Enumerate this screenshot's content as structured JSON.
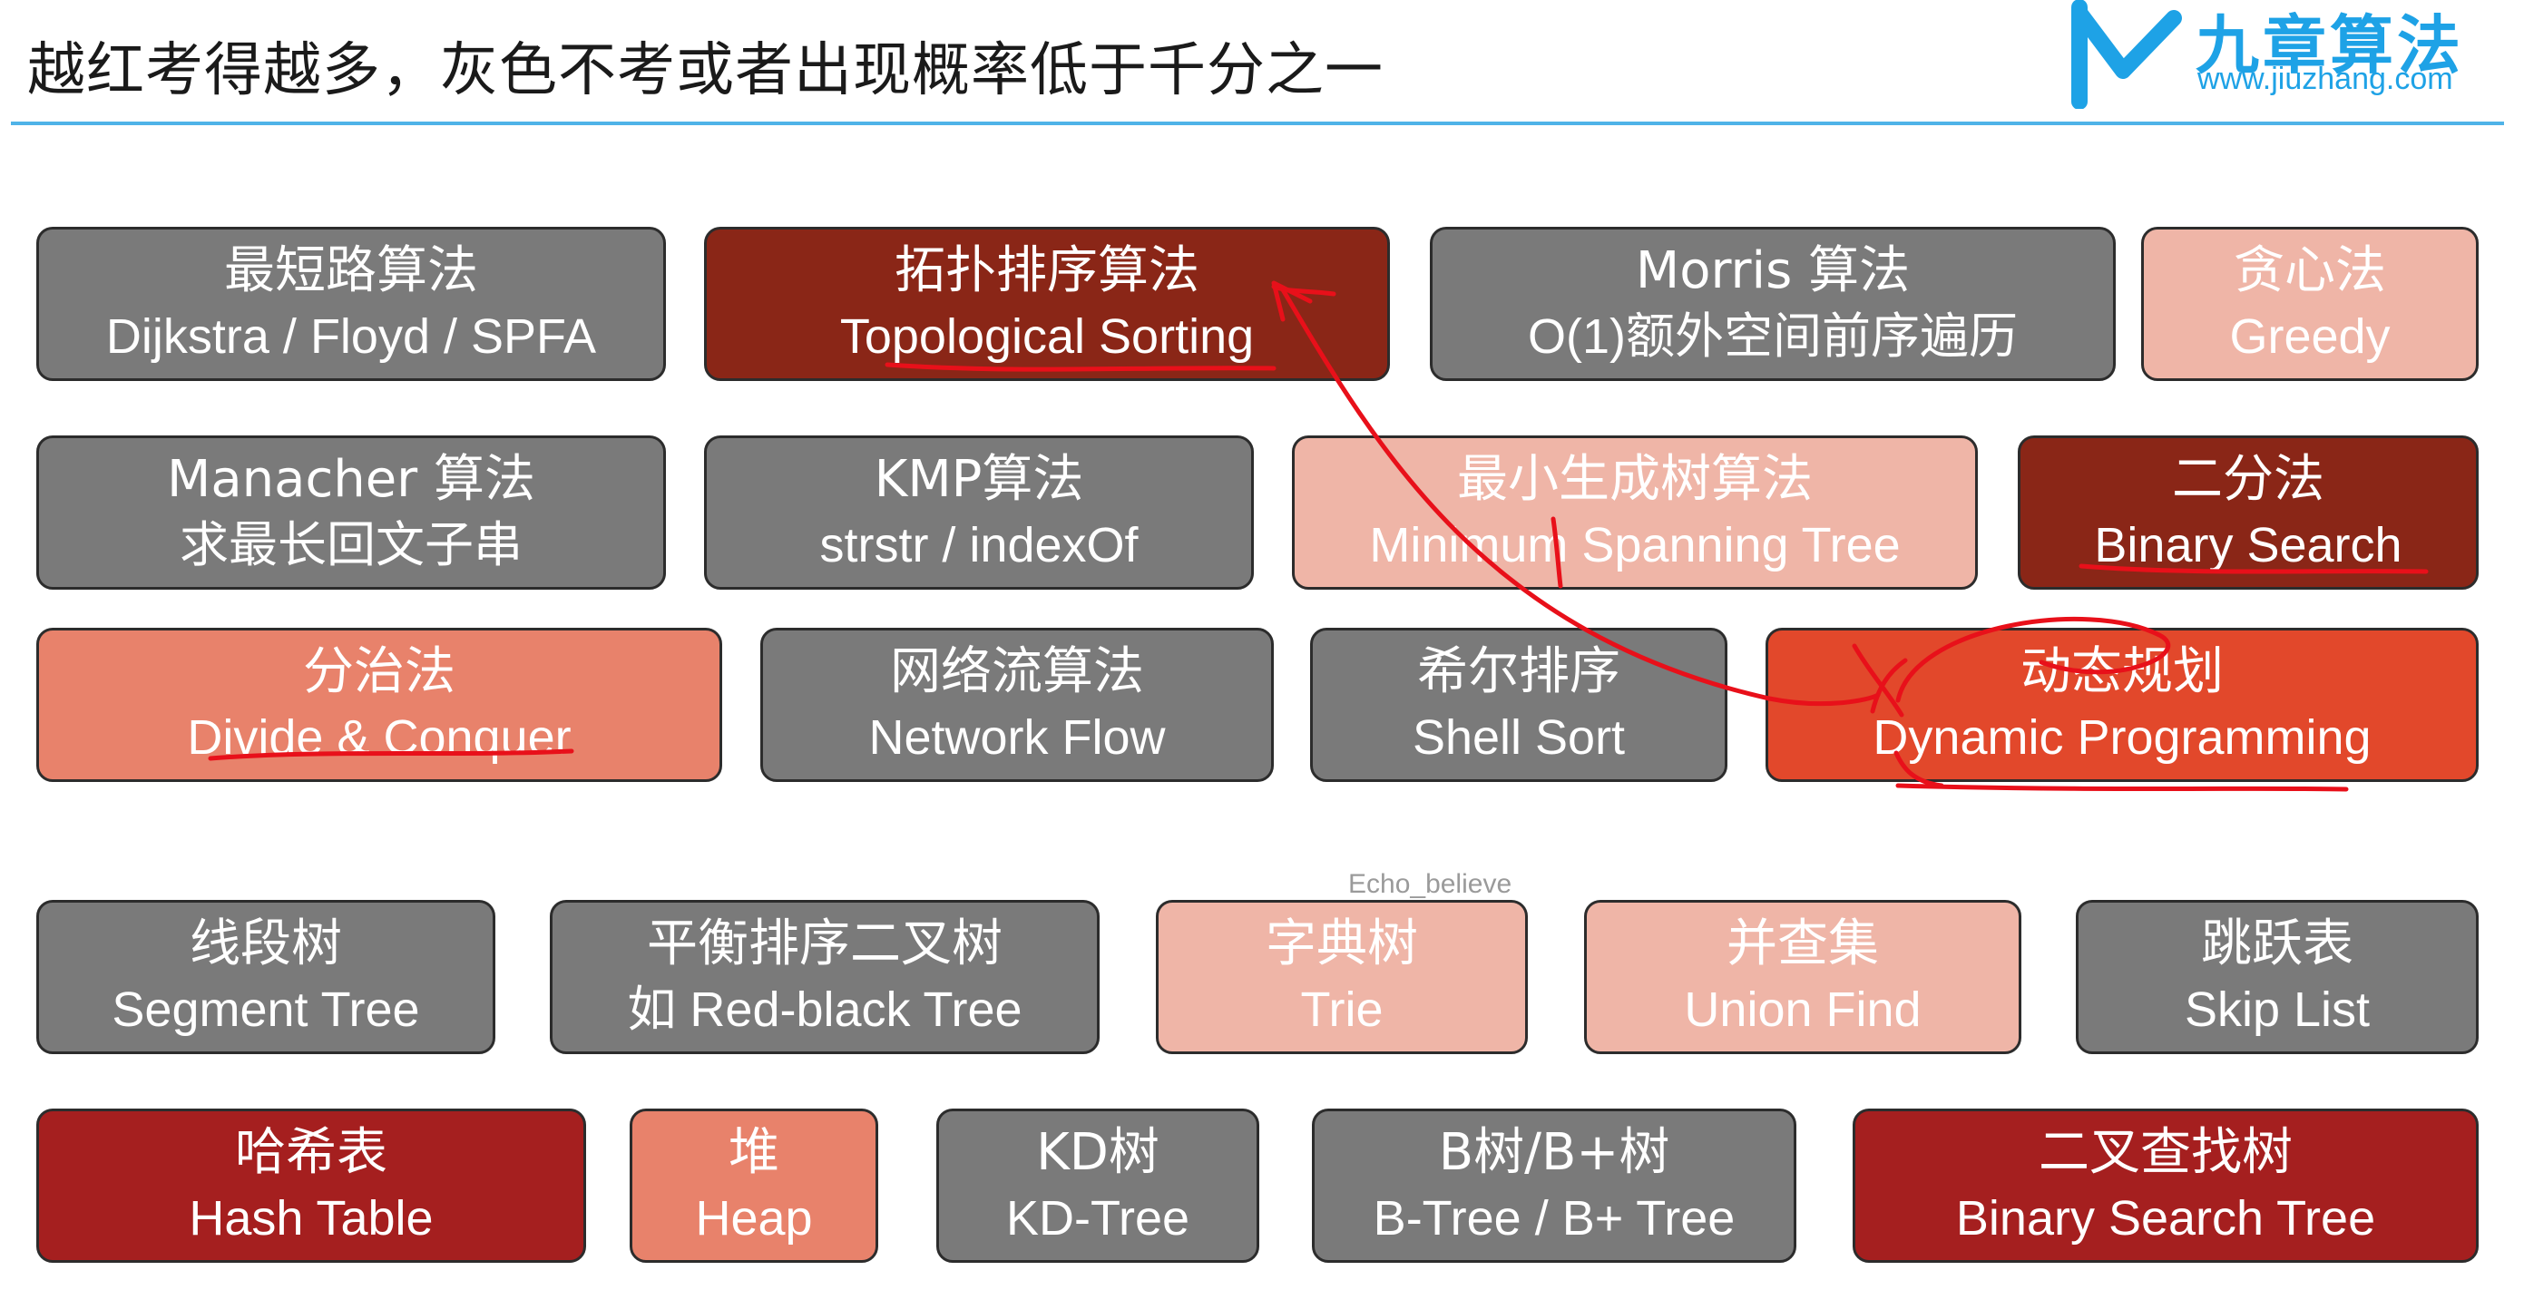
{
  "header": {
    "title": "越红考得越多，灰色不考或者出现概率低于千分之一"
  },
  "logo": {
    "name": "九章算法",
    "url": "www.jiuzhang.com"
  },
  "watermark": "Echo_believe",
  "colors": {
    "gray": "#7a7a7a",
    "pink": "#efb5a7",
    "salmon": "#e8826b",
    "red": "#e2482b",
    "dark_red": "#8a2617",
    "crimson": "#a51f1f",
    "annotation": "#e8101a",
    "accent_blue": "#1ea2e6"
  },
  "cards": [
    {
      "id": "shortest-path",
      "zh": "最短路算法",
      "en": "Dijkstra / Floyd / SPFA"
    },
    {
      "id": "topological-sorting",
      "zh": "拓扑排序算法",
      "en": "Topological Sorting"
    },
    {
      "id": "morris",
      "zh": "Morris 算法",
      "en": "O(1)额外空间前序遍历"
    },
    {
      "id": "greedy",
      "zh": "贪心法",
      "en": "Greedy"
    },
    {
      "id": "manacher",
      "zh": "Manacher 算法",
      "en": "求最长回文子串"
    },
    {
      "id": "kmp",
      "zh": "KMP算法",
      "en": "strstr / indexOf"
    },
    {
      "id": "mst",
      "zh": "最小生成树算法",
      "en": "Minimum Spanning Tree"
    },
    {
      "id": "binary-search",
      "zh": "二分法",
      "en": "Binary Search"
    },
    {
      "id": "divide-conquer",
      "zh": "分治法",
      "en": "Divide & Conquer"
    },
    {
      "id": "network-flow",
      "zh": "网络流算法",
      "en": "Network Flow"
    },
    {
      "id": "shell-sort",
      "zh": "希尔排序",
      "en": "Shell Sort"
    },
    {
      "id": "dynamic-programming",
      "zh": "动态规划",
      "en": "Dynamic Programming"
    },
    {
      "id": "segment-tree",
      "zh": "线段树",
      "en": "Segment Tree"
    },
    {
      "id": "balanced-tree",
      "zh": "平衡排序二叉树",
      "en": "如 Red-black Tree"
    },
    {
      "id": "trie",
      "zh": "字典树",
      "en": "Trie"
    },
    {
      "id": "union-find",
      "zh": "并查集",
      "en": "Union Find"
    },
    {
      "id": "skip-list",
      "zh": "跳跃表",
      "en": "Skip List"
    },
    {
      "id": "hash-table",
      "zh": "哈希表",
      "en": "Hash Table"
    },
    {
      "id": "heap",
      "zh": "堆",
      "en": "Heap"
    },
    {
      "id": "kd-tree",
      "zh": "KD树",
      "en": "KD-Tree"
    },
    {
      "id": "b-tree",
      "zh": "B树/B+树",
      "en": "B-Tree / B+ Tree"
    },
    {
      "id": "bst",
      "zh": "二叉查找树",
      "en": "Binary Search Tree"
    }
  ]
}
